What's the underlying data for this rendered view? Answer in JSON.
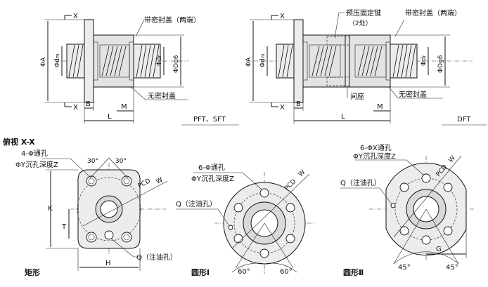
{
  "top_left": {
    "x_top": "X",
    "x_bottom": "X",
    "seal_with": "带密封盖（两端）",
    "seal_without": "无密封盖",
    "phi_a": "ΦA",
    "phi_dm": "Φd",
    "phi_dm_sub": "m",
    "phi_dr": "Φd",
    "phi_dr_sub": "r",
    "phi_dg6": "ΦDg6",
    "dim_b": "B",
    "dim_l": "L",
    "dim_m": "M",
    "model": "PFT、SFT"
  },
  "top_right": {
    "x_top": "X",
    "x_bottom": "X",
    "preload_key": "预压固定键",
    "preload_count": "（2处）",
    "seal_with": "带密封盖（两端）",
    "seal_without": "无密封盖",
    "spacer": "间座",
    "phi_a": "ΦA",
    "phi_dm": "Φd",
    "phi_dm_sub": "m",
    "phi_dr": "Φd",
    "phi_dr_sub": "r",
    "phi_dg6": "ΦDg6",
    "dim_b": "B",
    "dim_l": "L",
    "dim_m": "M",
    "model": "DFT"
  },
  "view_title": "俯视 X-X",
  "rect": {
    "hole_spec_1": "4-Φ通孔",
    "hole_spec_2": "ΦY沉孔深度Z",
    "angle_1": "30°",
    "angle_2": "30°",
    "pcd": "PCD",
    "w": "W",
    "dim_k": "K",
    "dim_t": "T",
    "dim_h": "H",
    "oil": "Q（注油孔）",
    "name": "矩形"
  },
  "round1": {
    "hole_spec_1": "6-Φ通孔",
    "hole_spec_2": "ΦY沉孔深度Z",
    "pcd": "PCD",
    "w": "W",
    "oil": "Q（注油孔）",
    "angle_1": "60°",
    "angle_2": "60°",
    "name": "圆形Ⅰ"
  },
  "round2": {
    "hole_spec_1": "6-ΦX通孔",
    "hole_spec_2": "ΦY沉孔深度Z",
    "pcd": "PCD",
    "w": "W",
    "oil": "Q（注油孔）",
    "dim_g": "G",
    "angle_1": "45°",
    "angle_2": "45°",
    "name": "圆形Ⅱ"
  }
}
